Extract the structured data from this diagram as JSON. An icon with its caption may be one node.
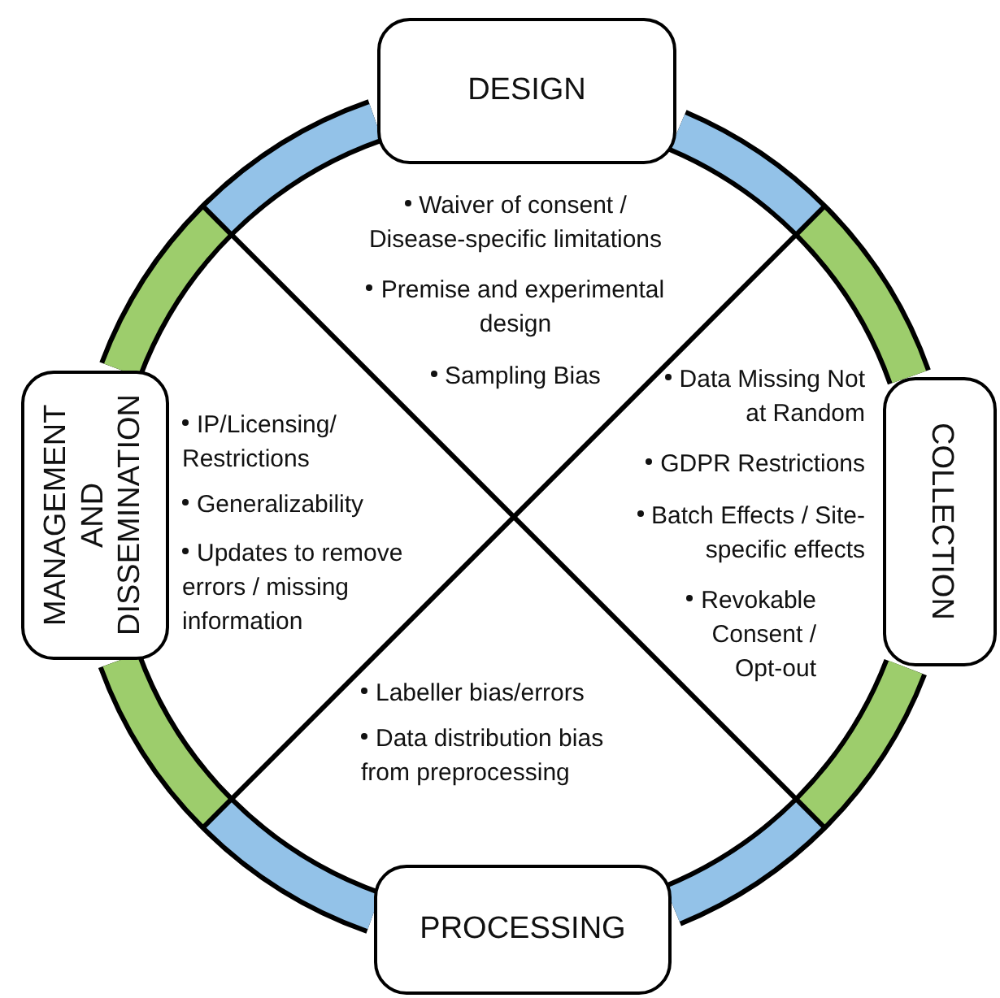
{
  "diagram": {
    "nodes": [
      {
        "text": [
          "DESIGN"
        ]
      },
      {
        "text": [
          "COLLECTION"
        ]
      },
      {
        "text": [
          "PROCESSING"
        ]
      },
      {
        "text": [
          "MANAGEMENT AND DISSEMINATION"
        ]
      }
    ],
    "edges": [
      {
        "from": 0,
        "to": 1,
        "arrow": "none"
      },
      {
        "from": 1,
        "to": 2,
        "arrow": "none"
      },
      {
        "from": 2,
        "to": 3,
        "arrow": "none"
      },
      {
        "from": 3,
        "to": 0,
        "arrow": "none"
      }
    ],
    "labels": [
      "Waiver of consent / Disease-specific limitations",
      "Premise and experimental design",
      "Sampling Bias",
      "Data Missing Not at Random",
      "GDPR Restrictions",
      "Batch Effects / Site-specific effects",
      "Revokable Consent / Opt-out",
      "IP/Licensing/ Restrictions",
      "Generalizability",
      "Updates to remove errors / missing information",
      "Labeller bias/errors",
      "Data distribution bias from preprocessing"
    ]
  }
}
